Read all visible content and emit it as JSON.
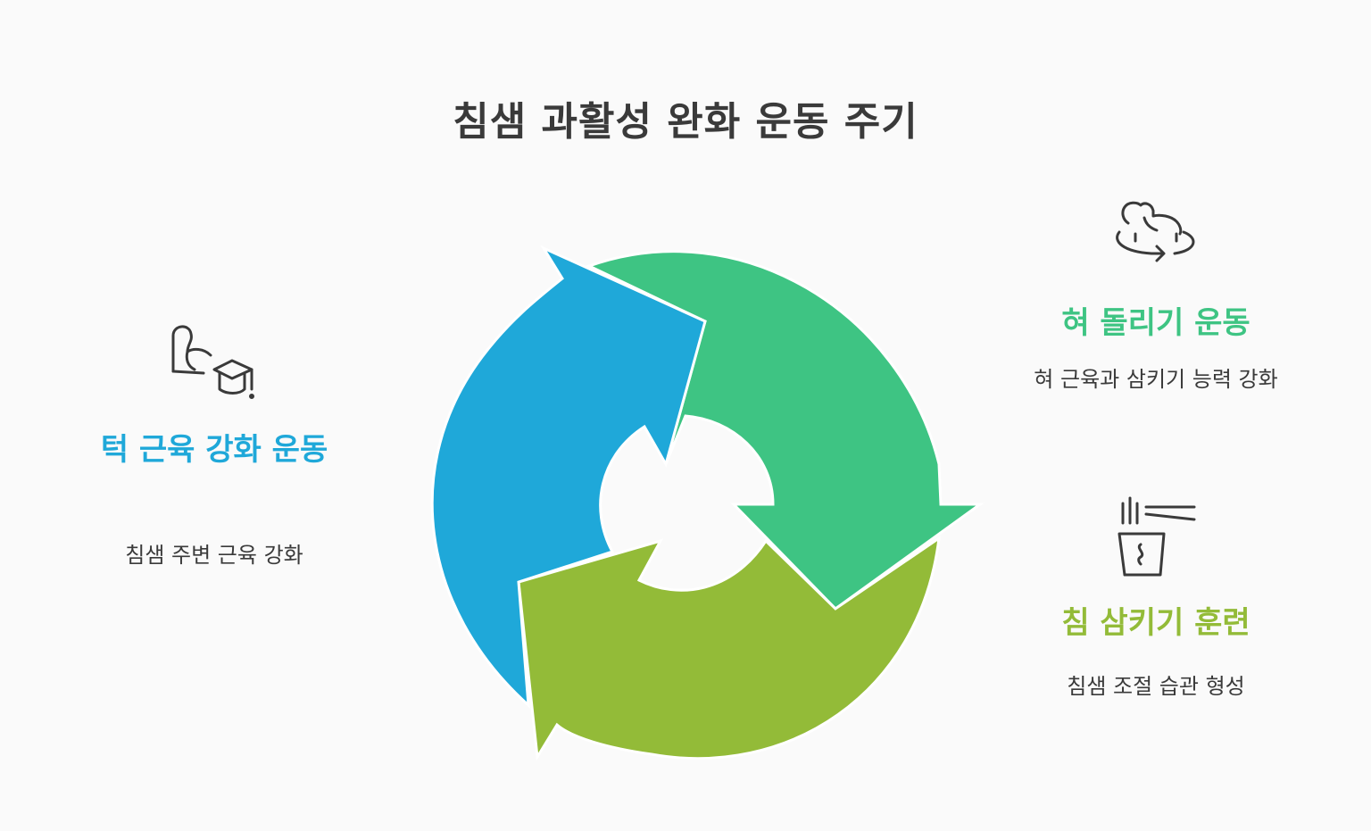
{
  "title": "침샘 과활성 완화 운동 주기",
  "colors": {
    "blue": "#1fa8d9",
    "green": "#3ec483",
    "lime": "#93bb38",
    "text": "#3a3a3a",
    "background": "#fafafa"
  },
  "steps": [
    {
      "id": "jaw",
      "label": "턱 근육 강화 운동",
      "desc": "침샘 주변 근육 강화",
      "icon": "flexed-arm-graduation-cap-icon",
      "color": "#1fa8d9"
    },
    {
      "id": "tongue",
      "label": "혀 돌리기 운동",
      "desc": "혀 근육과 삼키기 능력 강화",
      "icon": "rotating-dog-icon",
      "color": "#3ec483"
    },
    {
      "id": "swallow",
      "label": "침 삼키기 훈련",
      "desc": "침샘 조절 습관 형성",
      "icon": "cup-with-straws-icon",
      "color": "#93bb38"
    }
  ]
}
